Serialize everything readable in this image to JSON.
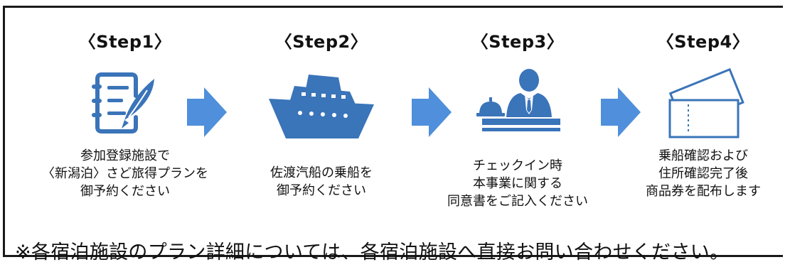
{
  "colors": {
    "icon_blue": "#3a74b9",
    "arrow_blue": "#4f8fdb",
    "border": "#1a1a1a",
    "text": "#111111"
  },
  "steps": [
    {
      "title": "〈Step1〉",
      "icon": "application-form-icon",
      "caption": [
        "参加登録施設で",
        "〈新潟泊〉さど旅得プランを",
        "御予約ください"
      ]
    },
    {
      "title": "〈Step2〉",
      "icon": "ferry-ship-icon",
      "caption": [
        "佐渡汽船の乗船を",
        "御予約ください"
      ]
    },
    {
      "title": "〈Step3〉",
      "icon": "hotel-reception-icon",
      "caption": [
        "チェックイン時",
        "本事業に関する",
        "同意書をご記入ください"
      ]
    },
    {
      "title": "〈Step4〉",
      "icon": "gift-voucher-icon",
      "caption": [
        "乗船確認および",
        "住所確認完了後",
        "商品券を配布します"
      ]
    }
  ],
  "arrows": [
    "arrow-right-icon",
    "arrow-right-icon",
    "arrow-right-icon"
  ],
  "note": "※各宿泊施設のプラン詳細については、各宿泊施設へ直接お問い合わせください。"
}
